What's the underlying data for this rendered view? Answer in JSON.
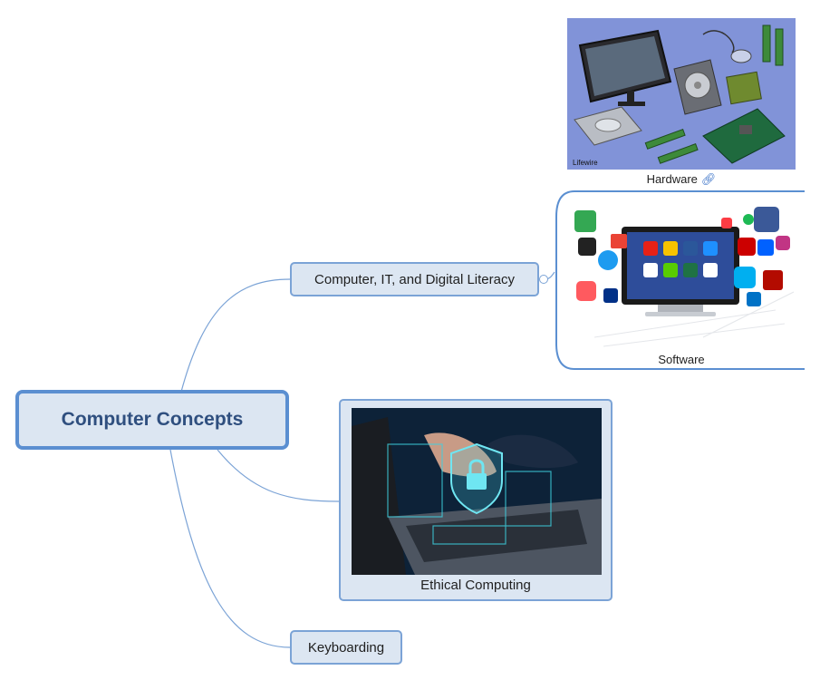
{
  "root": {
    "label": "Computer Concepts"
  },
  "branches": {
    "literacy": {
      "label": "Computer, IT, and Digital Literacy"
    },
    "ethical": {
      "label": "Ethical Computing"
    },
    "keyboarding": {
      "label": "Keyboarding"
    }
  },
  "subtopics": {
    "hardware": {
      "label": "Hardware",
      "watermark": "Lifewire",
      "icon": "link-icon"
    },
    "software": {
      "label": "Software"
    }
  },
  "colors": {
    "node_fill": "#dce6f2",
    "node_border": "#7ba3d6",
    "root_border": "#5b8fd1",
    "connector": "#7ba3d6"
  }
}
